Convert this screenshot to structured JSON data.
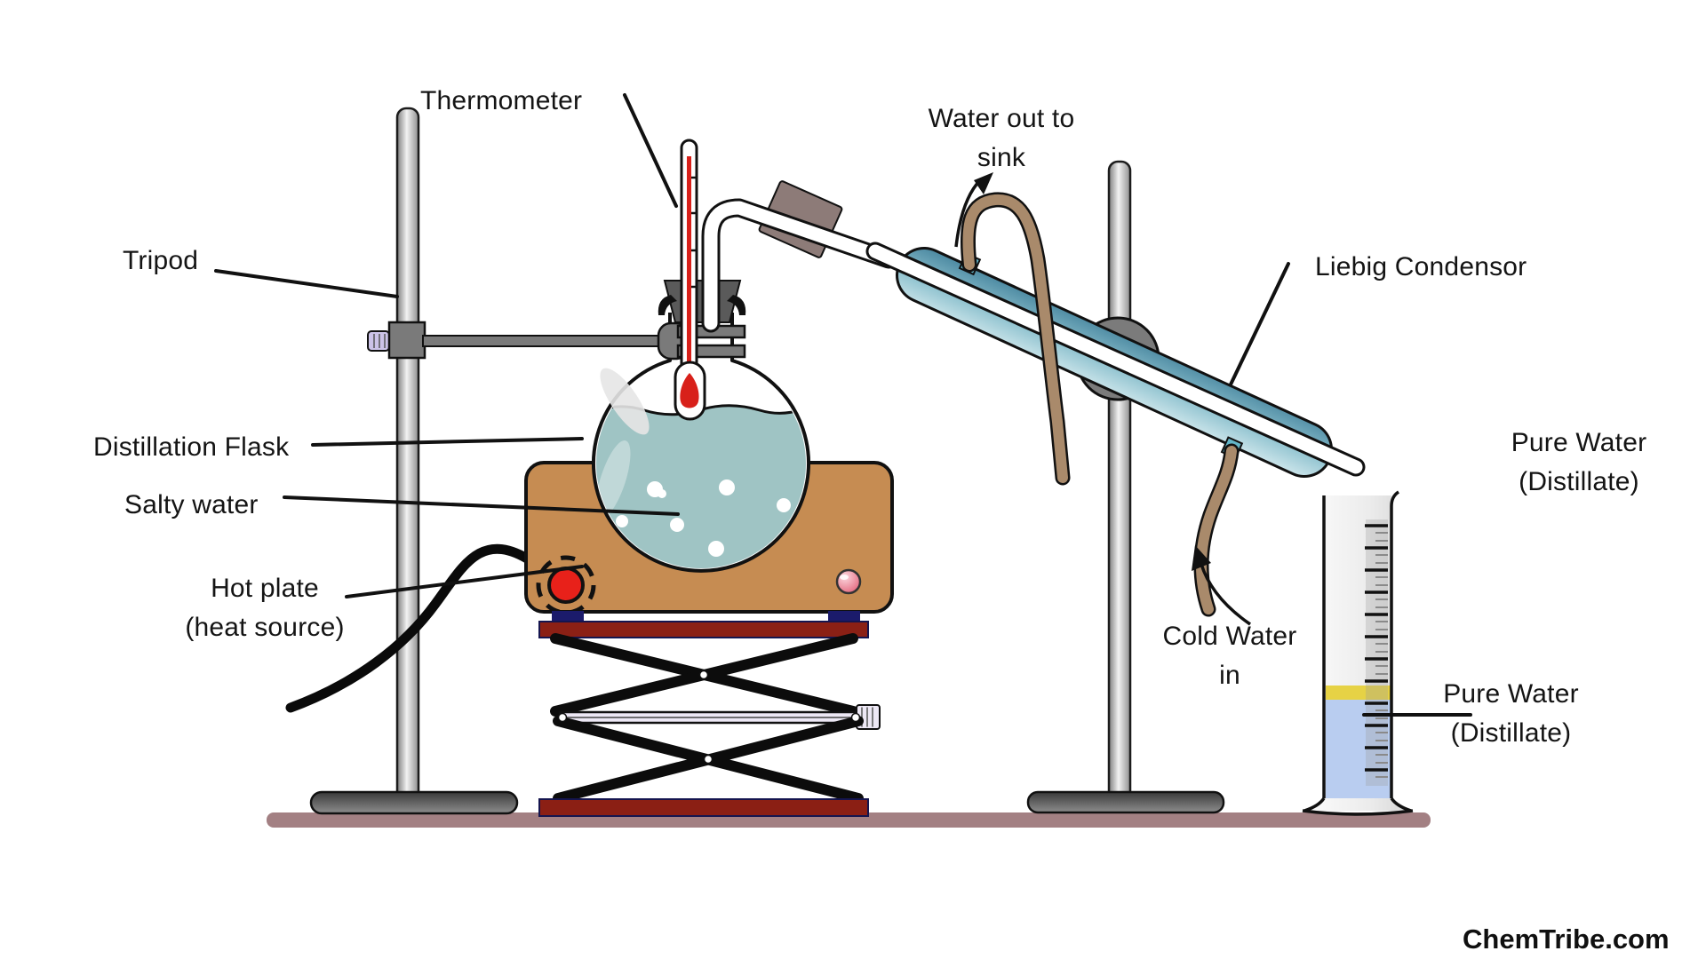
{
  "diagram": {
    "title_context": "Simple distillation of salty water apparatus",
    "labels": {
      "thermometer": "Thermometer",
      "tripod": "Tripod",
      "distillation_flask": "Distillation Flask",
      "salty_water": "Salty water",
      "hot_plate_line1": "Hot plate",
      "hot_plate_line2": "(heat source)",
      "water_out_line1": "Water out to",
      "water_out_line2": "sink",
      "liebig_condensor": "Liebig Condensor",
      "cold_water_line1": "Cold Water",
      "cold_water_line2": "in",
      "pure_water_right_line1": "Pure Water",
      "pure_water_right_line2": "(Distillate)",
      "pure_water_bottom_line1": "Pure Water",
      "pure_water_bottom_line2": "(Distillate)"
    },
    "watermark": "ChemTribe.com",
    "colors": {
      "condenser_teal_dark": "#41809A",
      "condenser_teal_light": "#D8ECF0",
      "flask_water": "#9FC4C4",
      "hot_plate_body": "#C68C52",
      "knob_red": "#E8211A",
      "indicator_pink": "#E0556E",
      "tube_brown": "#A98A6B",
      "cork_brown": "#8D7B78",
      "stopper_gray": "#5A5A5A",
      "cylinder_water_blue": "#B9CDF0",
      "fill_line_yellow": "#E6D245",
      "platform_red": "#8B2015",
      "jack_base_red": "#8B1F14",
      "ground_mauve": "#A38083",
      "thermometer_red": "#D8201A"
    }
  }
}
